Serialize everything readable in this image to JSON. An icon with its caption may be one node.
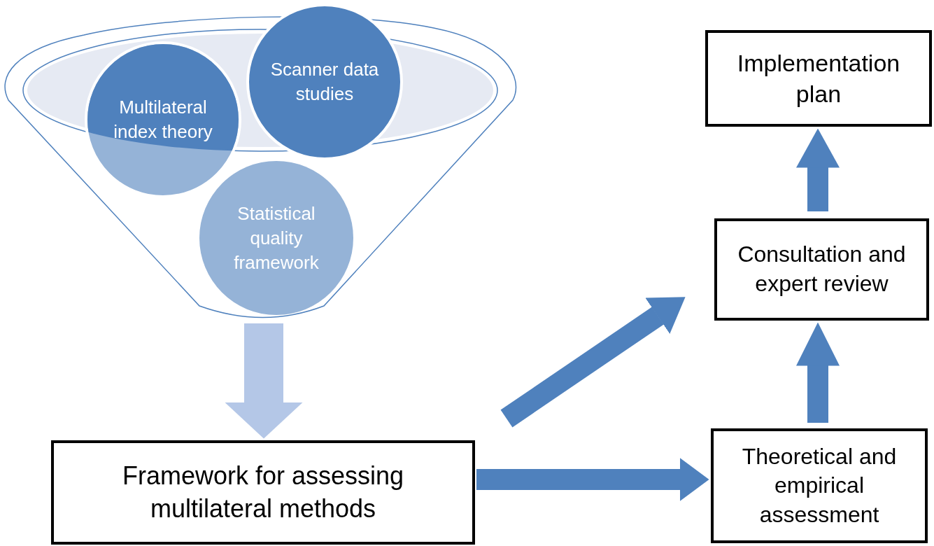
{
  "diagram": {
    "nodes": [
      {
        "text": [],
        "shape": "funnel"
      },
      {
        "text": [
          "Multilateral index theory"
        ],
        "in": 0
      },
      {
        "text": [
          "Scanner data studies"
        ],
        "in": 0
      },
      {
        "text": [
          "Statistical quality framework"
        ],
        "in": 0
      },
      {
        "text": [
          "Framework for assessing multilateral methods"
        ]
      },
      {
        "text": [
          "Implementation plan"
        ]
      },
      {
        "text": [
          "Consultation and expert review"
        ]
      },
      {
        "text": [
          "Theoretical and empirical assessment"
        ]
      }
    ],
    "edges": [
      {
        "from": 0,
        "to": 4,
        "arrow": "to",
        "style": "thick",
        "color": "#b4c7e7"
      },
      {
        "from": 4,
        "to": 6,
        "arrow": "to"
      },
      {
        "from": 4,
        "to": 7,
        "arrow": "to"
      },
      {
        "from": 7,
        "to": 6,
        "arrow": "to"
      },
      {
        "from": 6,
        "to": 5,
        "arrow": "to"
      }
    ]
  }
}
